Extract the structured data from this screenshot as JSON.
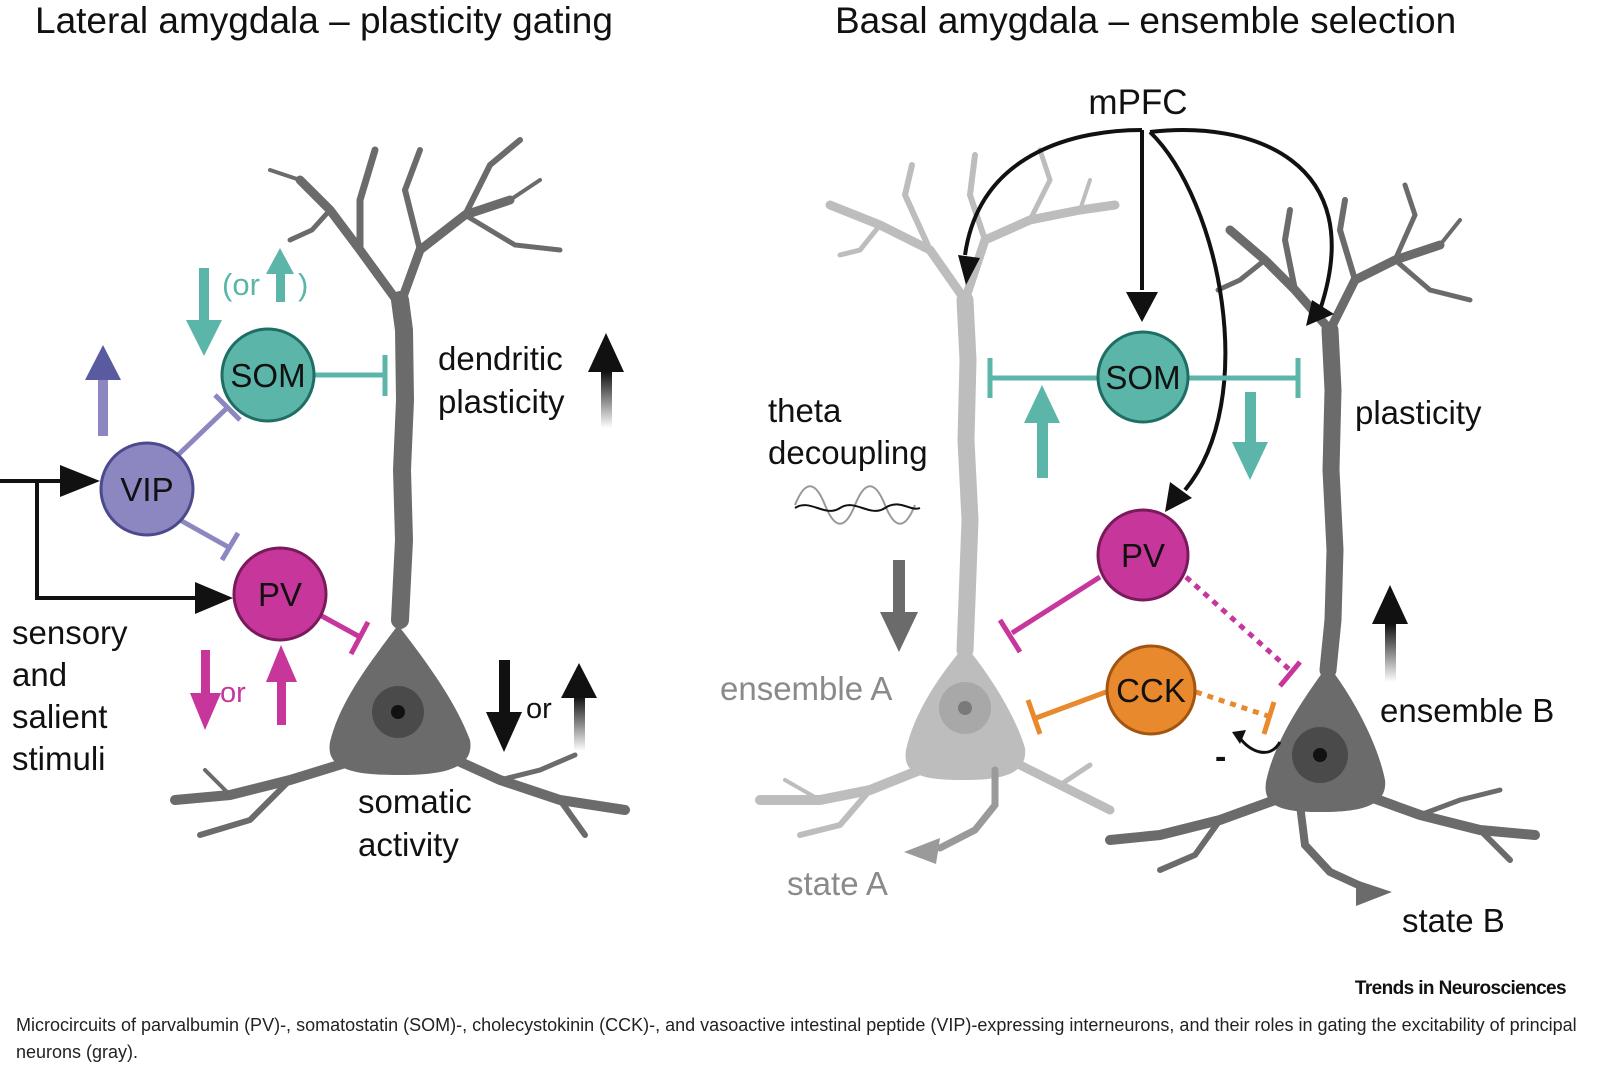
{
  "left_panel": {
    "title": "Lateral amygdala – plasticity gating",
    "labels": {
      "som": "SOM",
      "vip": "VIP",
      "pv": "PV",
      "som_mod_or": "(or",
      "som_mod_close": ")",
      "pv_mod_or": "or",
      "soma_mod_or": "or",
      "dendritic_line1": "dendritic",
      "dendritic_line2": "plasticity",
      "somatic_line1": "somatic",
      "somatic_line2": "activity",
      "stimuli_line1": "sensory",
      "stimuli_line2": "and",
      "stimuli_line3": "salient",
      "stimuli_line4": "stimuli"
    }
  },
  "right_panel": {
    "title": "Basal amygdala – ensemble selection",
    "labels": {
      "mpfc": "mPFC",
      "som": "SOM",
      "pv": "PV",
      "cck": "CCK",
      "theta_line1": "theta",
      "theta_line2": "decoupling",
      "plasticity": "plasticity",
      "ensemble_a": "ensemble A",
      "ensemble_b": "ensemble B",
      "state_a": "state A",
      "state_b": "state B",
      "minus": "-"
    }
  },
  "credit": "Trends in Neurosciences",
  "caption": "Microcircuits of parvalbumin (PV)-, somatostatin (SOM)-, cholecystokinin (CCK)-, and vasoactive intestinal peptide (VIP)-expressing interneurons, and their roles in gating the excitability of principal neurons (gray).",
  "colors": {
    "som": "#5bb5a8",
    "som_stroke": "#1f6e64",
    "vip": "#8c87c0",
    "vip_stroke": "#4a4a8c",
    "pv": "#c7369a",
    "pv_stroke": "#7a1a5c",
    "cck": "#e8892e",
    "cck_stroke": "#a35510",
    "neuron_dark": "#6b6b6b",
    "neuron_light": "#bdbdbd"
  }
}
